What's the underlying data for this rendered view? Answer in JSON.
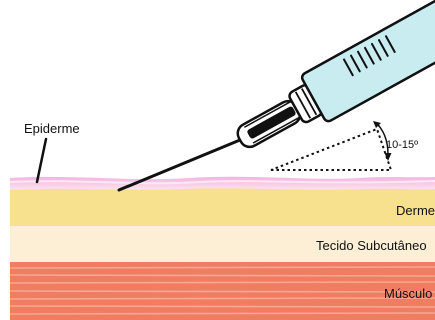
{
  "labels": {
    "epidermis": "Epiderme",
    "dermis": "Derme",
    "subcutaneous": "Tecido Subcutâneo",
    "muscle": "Músculo",
    "angle": "10-15º"
  },
  "colors": {
    "epidermis": "#f2b6e1",
    "dermis": "#f7e08e",
    "subcutaneous": "#fcefd5",
    "muscle": "#f07c62",
    "syringe_barrel": "#c8ecef",
    "outline": "#111111"
  }
}
